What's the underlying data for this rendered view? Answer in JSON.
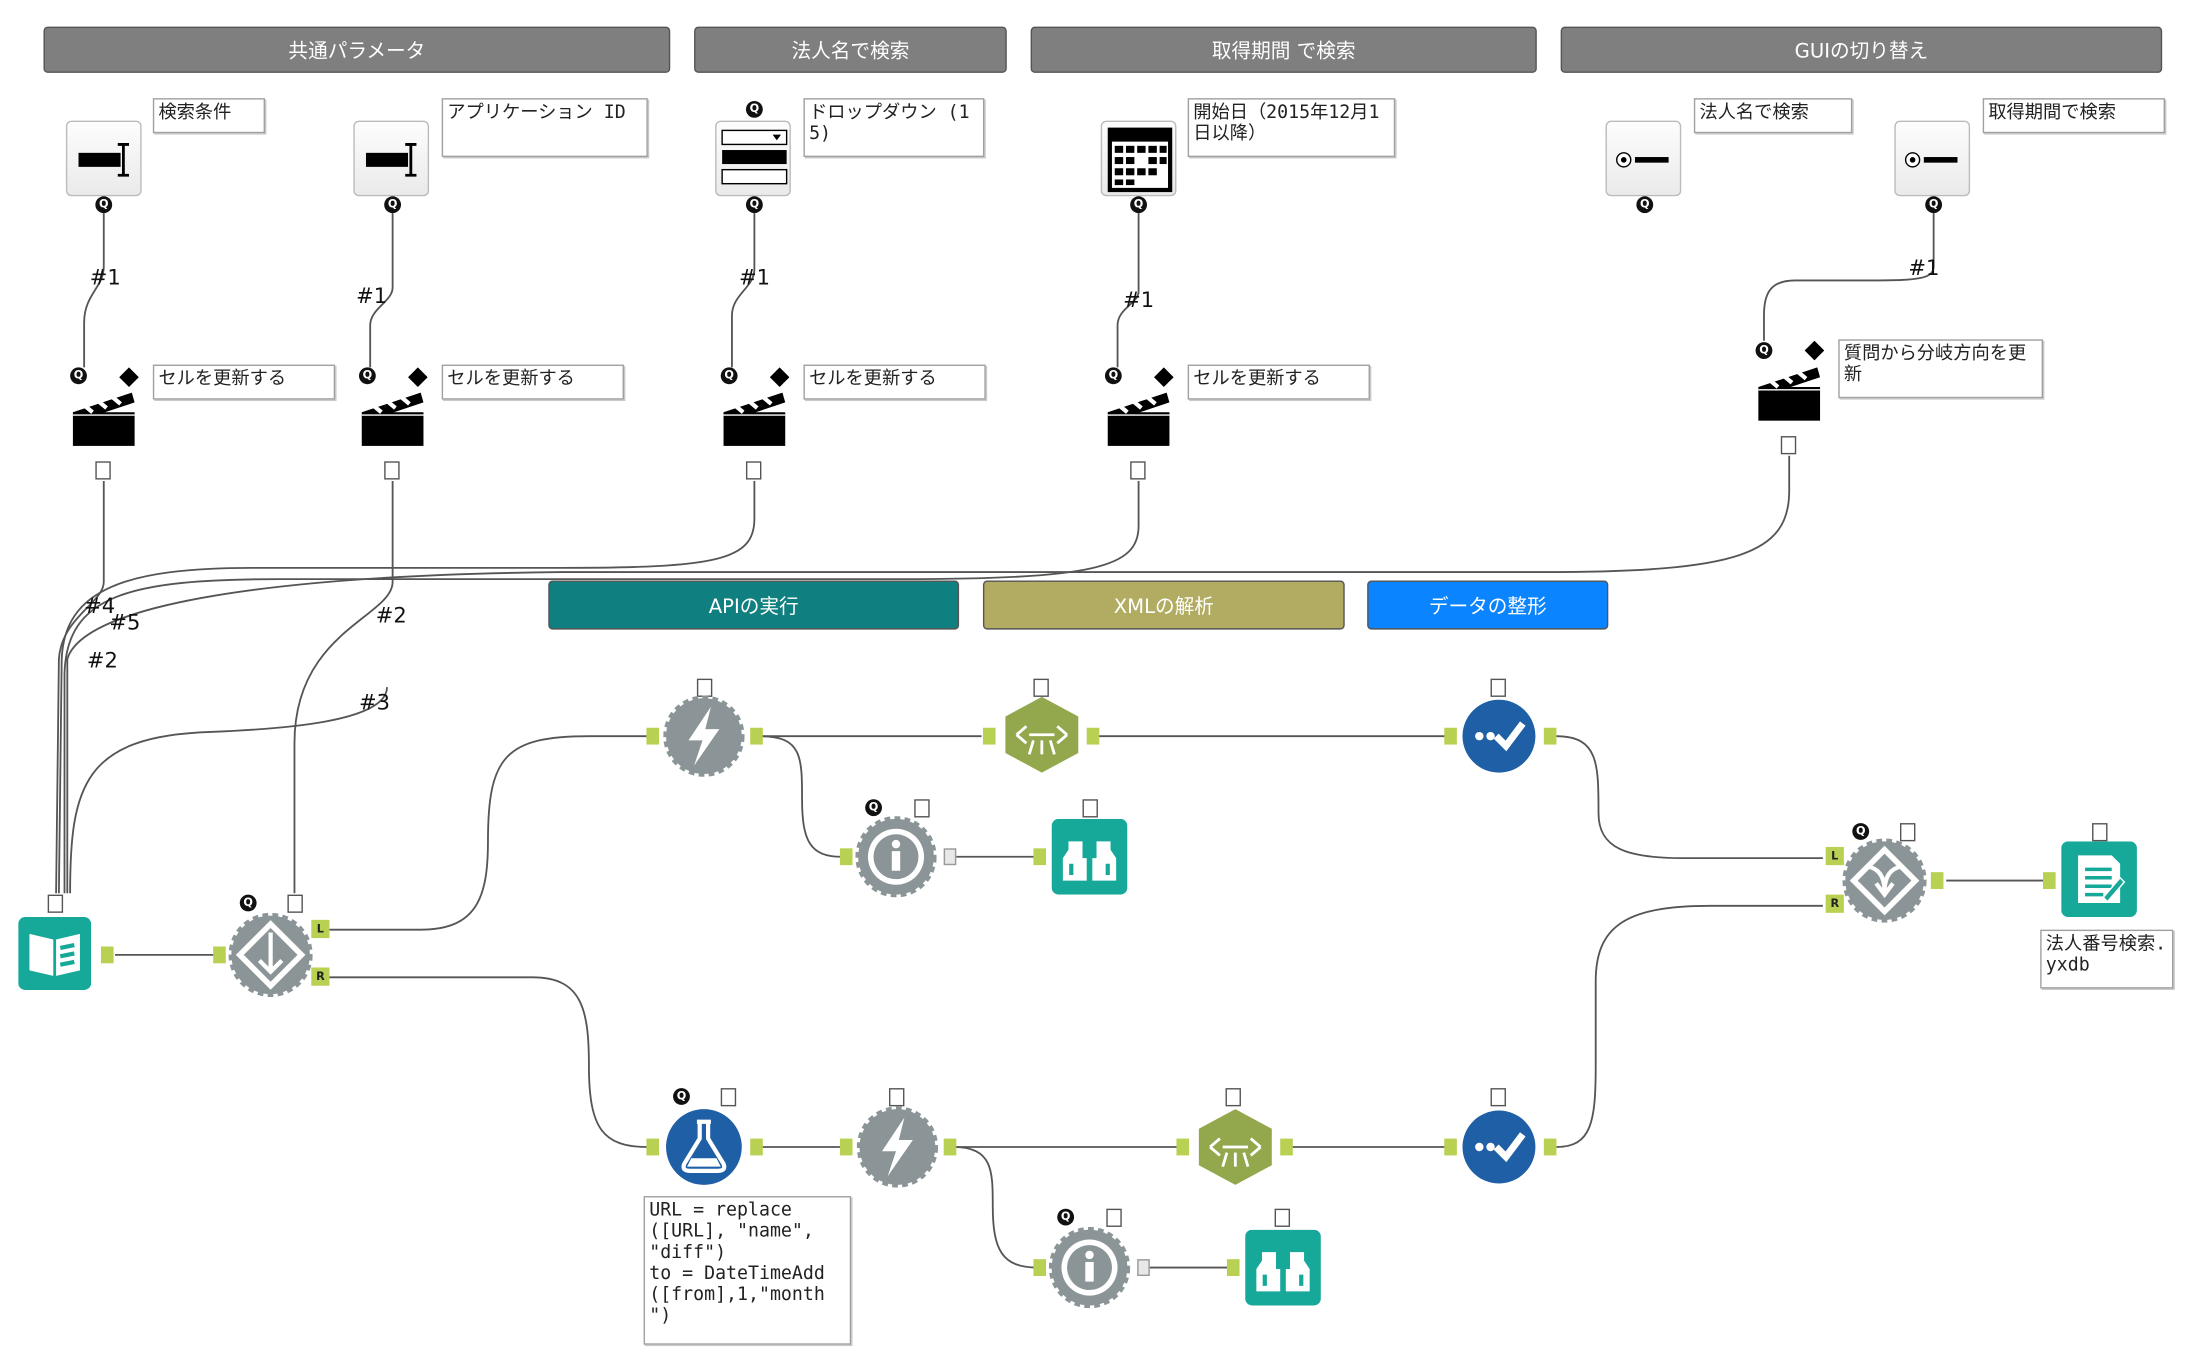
{
  "headers": {
    "common_params": "共通パラメータ",
    "search_by_name": "法人名で検索",
    "search_by_period": "取得期間 で検索",
    "gui_switch": "GUIの切り替え"
  },
  "containers": {
    "api_exec": "APIの実行",
    "xml_parse": "XMLの解析",
    "data_shape": "データの整形"
  },
  "interface_tools": {
    "search_condition": "検索条件",
    "application_id": "アプリケーション ID",
    "dropdown": "ドロップダウン (15)",
    "start_date": "開始日（2015年12月1日以降）",
    "radio_name": "法人名で検索",
    "radio_period": "取得期間で検索"
  },
  "action_tools": {
    "update_cell_1": "セルを更新する",
    "update_cell_2": "セルを更新する",
    "update_cell_3": "セルを更新する",
    "update_cell_4": "セルを更新する",
    "update_branch": "質問から分岐方向を更新"
  },
  "connection_labels": {
    "c1": "#1",
    "c2": "#1",
    "c3": "#1",
    "c4": "#1",
    "c5": "#1",
    "w4": "#4",
    "w5": "#5",
    "w2a": "#2",
    "w2b": "#2",
    "w3": "#3"
  },
  "anchor_letters": {
    "left": "L",
    "right": "R",
    "left2": "L",
    "right2": "R"
  },
  "formula_annotation": "URL = replace\n([URL], \"name\",\n\"diff\")\nto = DateTimeAdd\n([from],1,\"month\n\")",
  "output_file": "法人番号検索.yxdb",
  "badges": {
    "question": "Q"
  },
  "colors": {
    "header_gray": "#7f7f7f",
    "api_teal": "#0f7f7f",
    "xml_olive": "#b1ac61",
    "shape_blue": "#0a84ff",
    "tool_teal": "#16a99a",
    "tool_navy": "#1f5fa5",
    "tool_olive": "#93a84c",
    "tool_gray": "#8b9496",
    "anchor_green": "#b9d152"
  }
}
